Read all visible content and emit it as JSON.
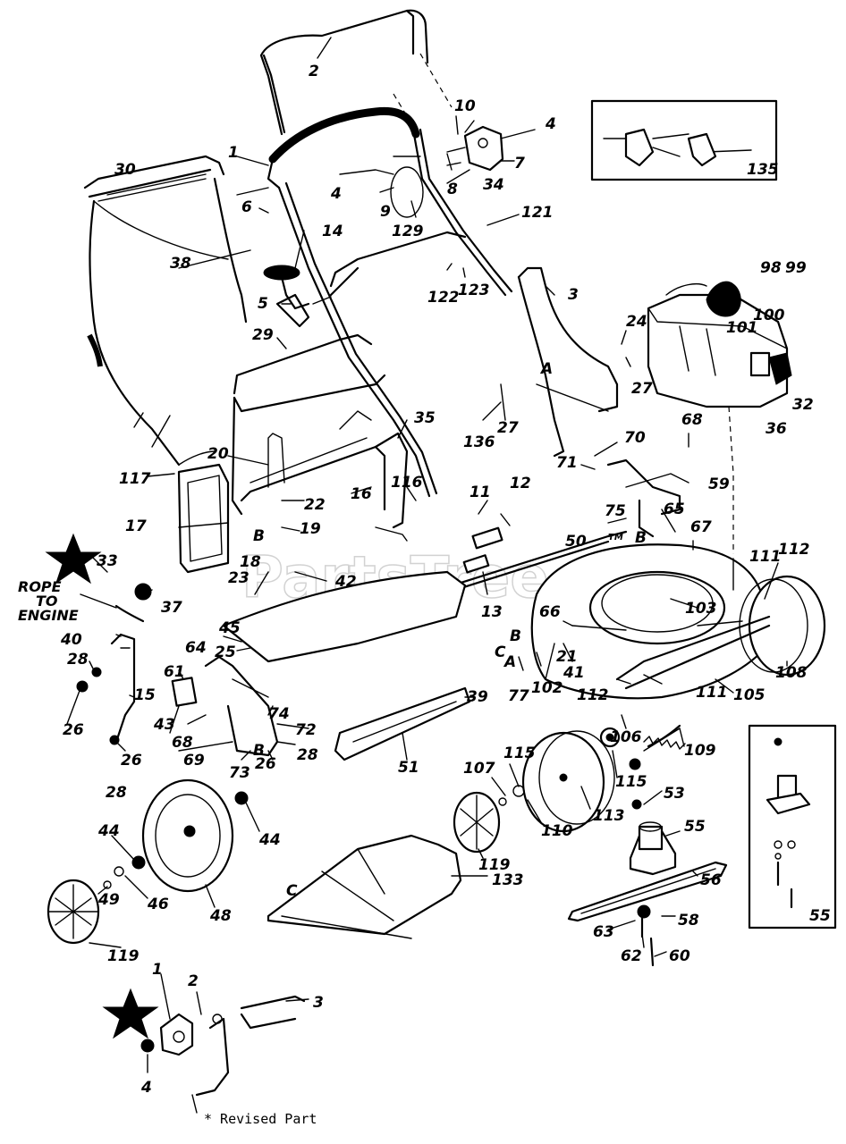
{
  "diagram": {
    "callouts": [
      {
        "label": "1"
      },
      {
        "label": "2"
      },
      {
        "label": "30"
      },
      {
        "label": "10"
      },
      {
        "label": "4"
      },
      {
        "label": "7"
      },
      {
        "label": "8"
      },
      {
        "label": "34"
      },
      {
        "label": "9"
      },
      {
        "label": "129"
      },
      {
        "label": "4"
      },
      {
        "label": "6"
      },
      {
        "label": "14"
      },
      {
        "label": "38"
      },
      {
        "label": "121"
      },
      {
        "label": "5"
      },
      {
        "label": "122"
      },
      {
        "label": "123"
      },
      {
        "label": "3"
      },
      {
        "label": "29"
      },
      {
        "label": "24"
      },
      {
        "label": "27"
      },
      {
        "label": "98"
      },
      {
        "label": "99"
      },
      {
        "label": "100"
      },
      {
        "label": "101"
      },
      {
        "label": "32"
      },
      {
        "label": "36"
      },
      {
        "label": "35"
      },
      {
        "label": "136"
      },
      {
        "label": "27"
      },
      {
        "label": "70"
      },
      {
        "label": "68"
      },
      {
        "label": "71"
      },
      {
        "label": "20"
      },
      {
        "label": "117"
      },
      {
        "label": "22"
      },
      {
        "label": "16"
      },
      {
        "label": "116"
      },
      {
        "label": "11"
      },
      {
        "label": "12"
      },
      {
        "label": "59"
      },
      {
        "label": "65"
      },
      {
        "label": "75"
      },
      {
        "label": "67"
      },
      {
        "label": "17"
      },
      {
        "label": "19"
      },
      {
        "label": "50"
      },
      {
        "label": "111"
      },
      {
        "label": "112"
      },
      {
        "label": "33"
      },
      {
        "label": "18"
      },
      {
        "label": "23"
      },
      {
        "label": "42"
      },
      {
        "label": "13"
      },
      {
        "label": "103"
      },
      {
        "label": "37"
      },
      {
        "label": "66"
      },
      {
        "label": "40"
      },
      {
        "label": "45"
      },
      {
        "label": "25"
      },
      {
        "label": "21"
      },
      {
        "label": "108"
      },
      {
        "label": "28"
      },
      {
        "label": "64"
      },
      {
        "label": "41"
      },
      {
        "label": "61"
      },
      {
        "label": "102"
      },
      {
        "label": "77"
      },
      {
        "label": "105"
      },
      {
        "label": "15"
      },
      {
        "label": "112"
      },
      {
        "label": "111"
      },
      {
        "label": "26"
      },
      {
        "label": "43"
      },
      {
        "label": "68"
      },
      {
        "label": "74"
      },
      {
        "label": "72"
      },
      {
        "label": "39"
      },
      {
        "label": "28"
      },
      {
        "label": "106"
      },
      {
        "label": "109"
      },
      {
        "label": "26"
      },
      {
        "label": "69"
      },
      {
        "label": "73"
      },
      {
        "label": "26"
      },
      {
        "label": "28"
      },
      {
        "label": "51"
      },
      {
        "label": "115"
      },
      {
        "label": "107"
      },
      {
        "label": "115"
      },
      {
        "label": "53"
      },
      {
        "label": "110"
      },
      {
        "label": "113"
      },
      {
        "label": "44"
      },
      {
        "label": "44"
      },
      {
        "label": "119"
      },
      {
        "label": "55"
      },
      {
        "label": "46"
      },
      {
        "label": "49"
      },
      {
        "label": "48"
      },
      {
        "label": "133"
      },
      {
        "label": "56"
      },
      {
        "label": "58"
      },
      {
        "label": "63"
      },
      {
        "label": "62"
      },
      {
        "label": "60"
      },
      {
        "label": "119"
      },
      {
        "label": "55"
      },
      {
        "label": "135"
      },
      {
        "label": "1"
      },
      {
        "label": "2"
      },
      {
        "label": "3"
      },
      {
        "label": "4"
      }
    ],
    "reference_letters": [
      {
        "label": "A"
      },
      {
        "label": "A"
      },
      {
        "label": "B"
      },
      {
        "label": "C"
      },
      {
        "label": "B"
      },
      {
        "label": "C"
      },
      {
        "label": "B"
      },
      {
        "label": "B"
      }
    ],
    "rope_label_line1": "ROPE",
    "rope_label_line2": "TO",
    "rope_label_line3": "ENGINE",
    "footnote": "* Revised Part",
    "watermark": "PartsTree",
    "trademark": "TM"
  }
}
